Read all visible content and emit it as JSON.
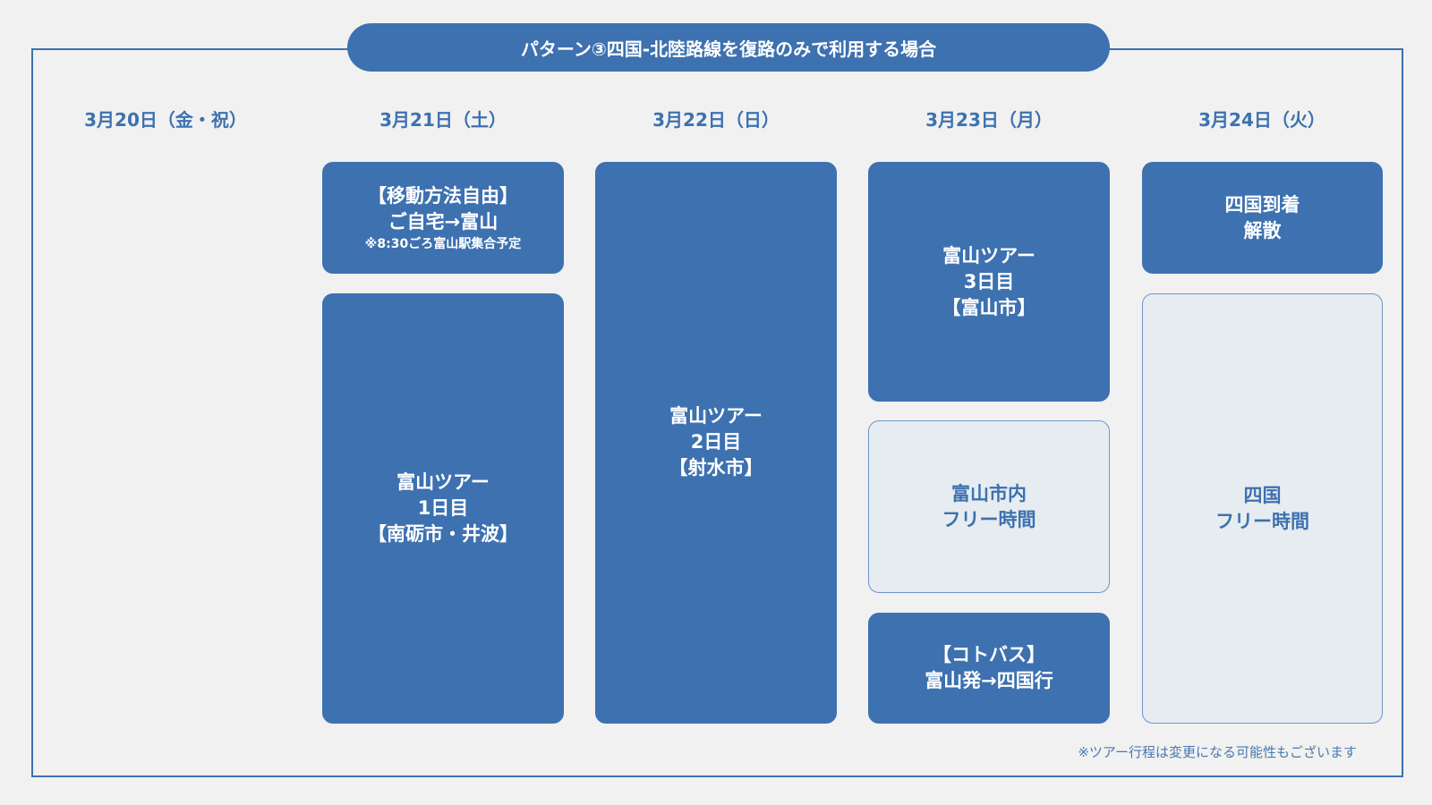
{
  "title": "パターン③四国-北陸路線を復路のみで利用する場合",
  "dates": [
    "3月20日（金・祝）",
    "3月21日（土）",
    "3月22日（日）",
    "3月23日（月）",
    "3月24日（火）"
  ],
  "blocks": {
    "d21a": {
      "l1": "【移動方法自由】",
      "l2": "ご自宅→富山",
      "l3": "※8:30ごろ富山駅集合予定"
    },
    "d21b": {
      "l1": "富山ツアー",
      "l2": "1日目",
      "l3": "【南砺市・井波】"
    },
    "d22": {
      "l1": "富山ツアー",
      "l2": "2日目",
      "l3": "【射水市】"
    },
    "d23a": {
      "l1": "富山ツアー",
      "l2": "3日目",
      "l3": "【富山市】"
    },
    "d23b": {
      "l1": "富山市内",
      "l2": "フリー時間"
    },
    "d23c": {
      "l1": "【コトバス】",
      "l2": "富山発→四国行"
    },
    "d24a": {
      "l1": "四国到着",
      "l2": "解散"
    },
    "d24b": {
      "l1": "四国",
      "l2": "フリー時間"
    }
  },
  "note": "※ツアー行程は変更になる可能性もございます"
}
